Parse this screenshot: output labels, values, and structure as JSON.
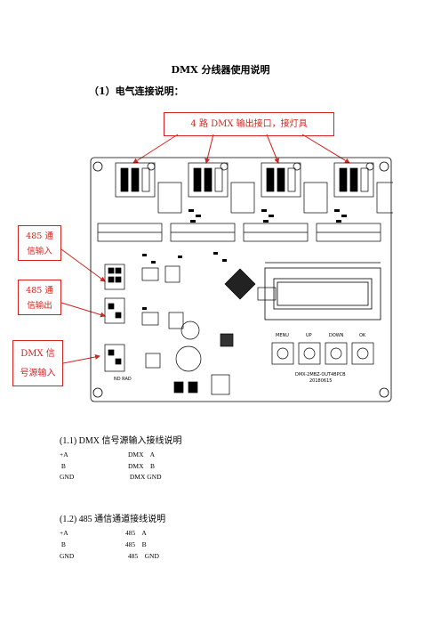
{
  "title": "DMX  分线器使用说明",
  "subtitle": "（1）电气连接说明：",
  "callouts": {
    "top": "4 路 DMX  输出接口，接灯具",
    "in485_l1": "485   通",
    "in485_l2": "信输入",
    "out485_l1": "485   通",
    "out485_l2": "信输出",
    "dmx_l1": "DMX   信",
    "dmx_l2": "号源输入"
  },
  "board": {
    "buttons": [
      "MENU",
      "UP",
      "DOWN",
      "OK"
    ],
    "pcb_label_1": "DMX-2MBZ-OUT4BPCB",
    "pcb_label_2": "20180615",
    "left_label": "ND  RAD",
    "colors": {
      "line": "#000000",
      "arrow": "#d6231f"
    }
  },
  "section1": {
    "heading": "(1.1) DMX 信号源输入接线说明",
    "rows": [
      {
        "left": "+A",
        "right": "DMX    A"
      },
      {
        "left": " B",
        "right": "DMX    B"
      },
      {
        "left": "GND",
        "right": " DMX GND"
      }
    ]
  },
  "section2": {
    "heading": "(1.2) 485 通信通道接线说明",
    "rows": [
      {
        "left": "+A",
        "right": "485    A"
      },
      {
        "left": " B",
        "right": " 485    B"
      },
      {
        "left": "GND",
        "right": " 485    GND"
      }
    ]
  }
}
